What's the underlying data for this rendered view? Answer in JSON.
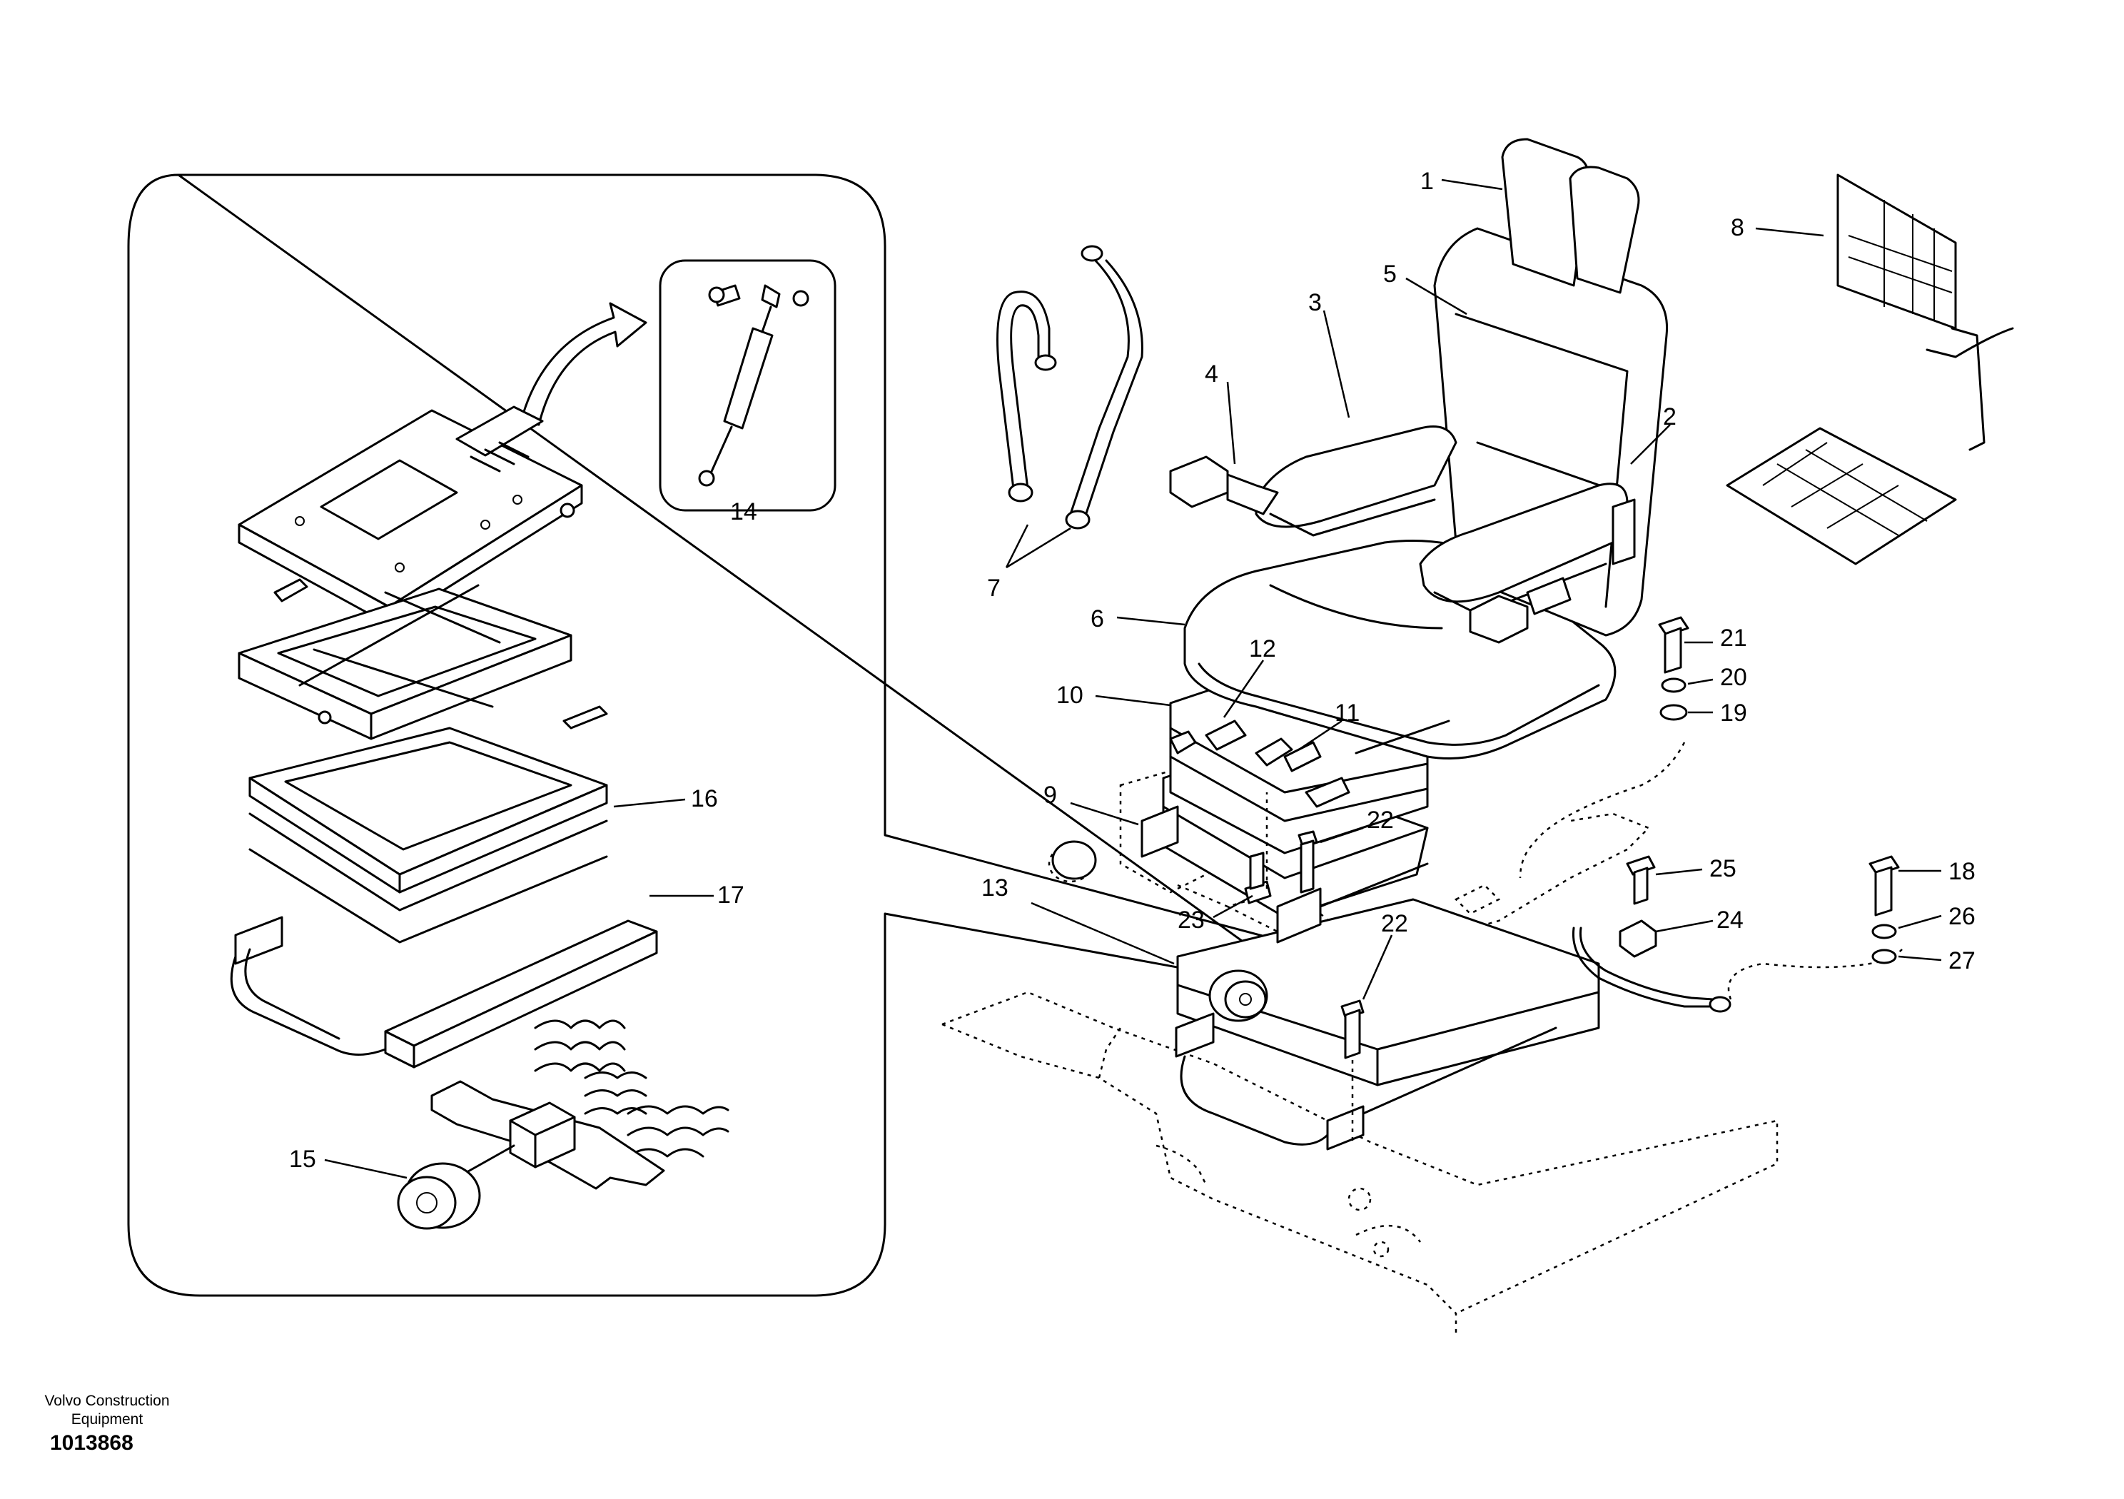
{
  "footer": {
    "company": "Volvo Construction Equipment",
    "figure_number": "1013868"
  },
  "callouts": {
    "c1": "1",
    "c2": "2",
    "c3": "3",
    "c4": "4",
    "c5": "5",
    "c6": "6",
    "c7": "7",
    "c8": "8",
    "c9": "9",
    "c10": "10",
    "c11": "11",
    "c12": "12",
    "c13": "13",
    "c14": "14",
    "c15": "15",
    "c16": "16",
    "c17": "17",
    "c18": "18",
    "c19": "19",
    "c20": "20",
    "c21": "21",
    "c22a": "22",
    "c22b": "22",
    "c23": "23",
    "c24": "24",
    "c25": "25",
    "c26": "26",
    "c27": "27"
  }
}
